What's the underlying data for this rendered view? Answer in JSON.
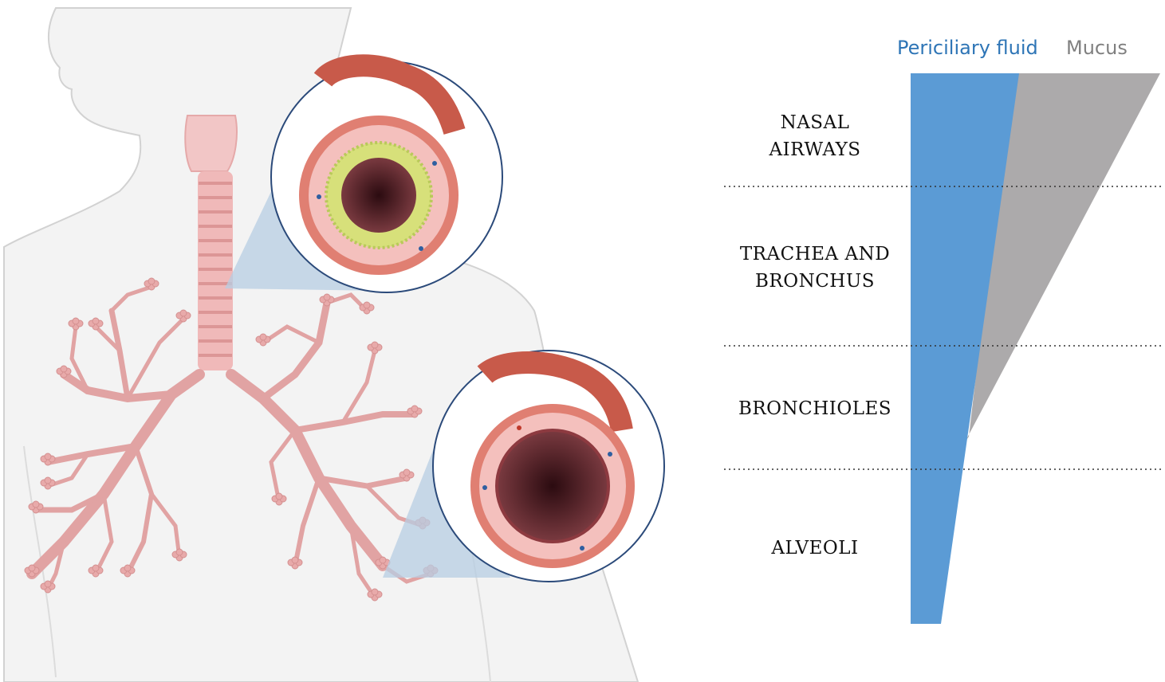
{
  "legend": {
    "periciliary": {
      "label": "Periciliary fluid",
      "color": "#2e75b6"
    },
    "mucus": {
      "label": "Mucus",
      "color": "#808080"
    }
  },
  "regions": [
    {
      "line1": "NASAL",
      "line2": "AIRWAYS"
    },
    {
      "line1": "TRACHEA AND",
      "line2": "BRONCHUS"
    },
    {
      "line1": "BRONCHIOLES",
      "line2": ""
    },
    {
      "line1": "ALVEOLI",
      "line2": ""
    }
  ],
  "colors": {
    "periciliary_fill": "#5b9bd5",
    "mucus_fill": "#acaaab",
    "tissue": "#e8a5a5",
    "tissue_dark": "#c9767a",
    "lumen": "#4a1a20",
    "mucus_plug": "#d6e27a",
    "body_outline": "#d4d4d4",
    "callout": "#a9c4dd"
  }
}
